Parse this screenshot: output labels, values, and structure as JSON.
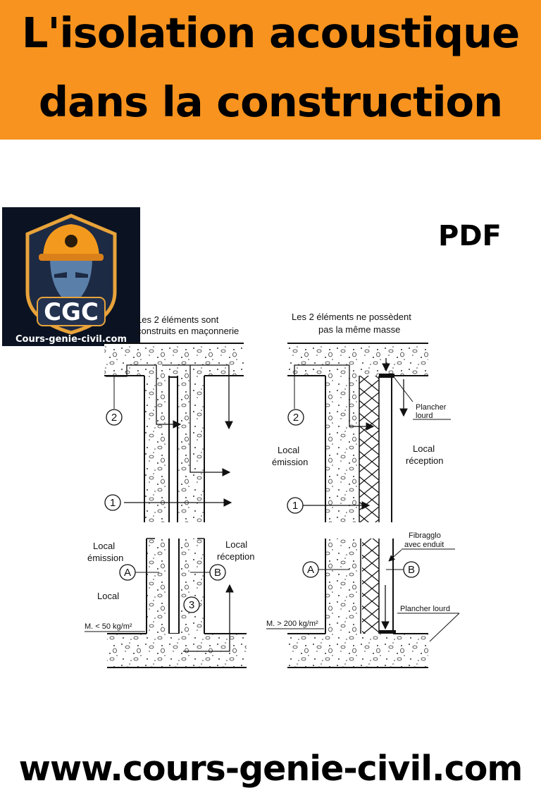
{
  "header": {
    "title_line1": "L'isolation acoustique",
    "title_line2": "dans la construction",
    "background": "#f7931e"
  },
  "badge": {
    "pdf": "PDF"
  },
  "logo": {
    "initials": "CGC",
    "site": "Cours-genie-civil.com"
  },
  "diagram": {
    "left": {
      "heading1": "Les 2 éléments sont",
      "heading2": "construits en maçonnerie",
      "local_emission_1": "Local",
      "local_emission_2": "émission",
      "local_reception_1": "Local",
      "local_reception_2": "réception",
      "local": "Local",
      "mass": "M. < 50 kg/m²",
      "marker_1": "1",
      "marker_2": "2",
      "marker_3": "3",
      "marker_a": "A",
      "marker_b": "B"
    },
    "right": {
      "heading1": "Les 2 éléments ne possèdent",
      "heading2": "pas la même masse",
      "local_emission_1": "Local",
      "local_emission_2": "émission",
      "local_reception_1": "Local",
      "local_reception_2": "réception",
      "plancher_lourd_1": "Plancher",
      "plancher_lourd_2": "lourd",
      "fibraglo_1": "Fibragglo",
      "fibraglo_2": "avec enduit",
      "plancher_lourd_bottom": "Plancher lourd",
      "mass": "M. > 200 kg/m²",
      "marker_1": "1",
      "marker_2": "2",
      "marker_a": "A",
      "marker_b": "B"
    }
  },
  "footer": {
    "url": "www.cours-genie-civil.com"
  }
}
